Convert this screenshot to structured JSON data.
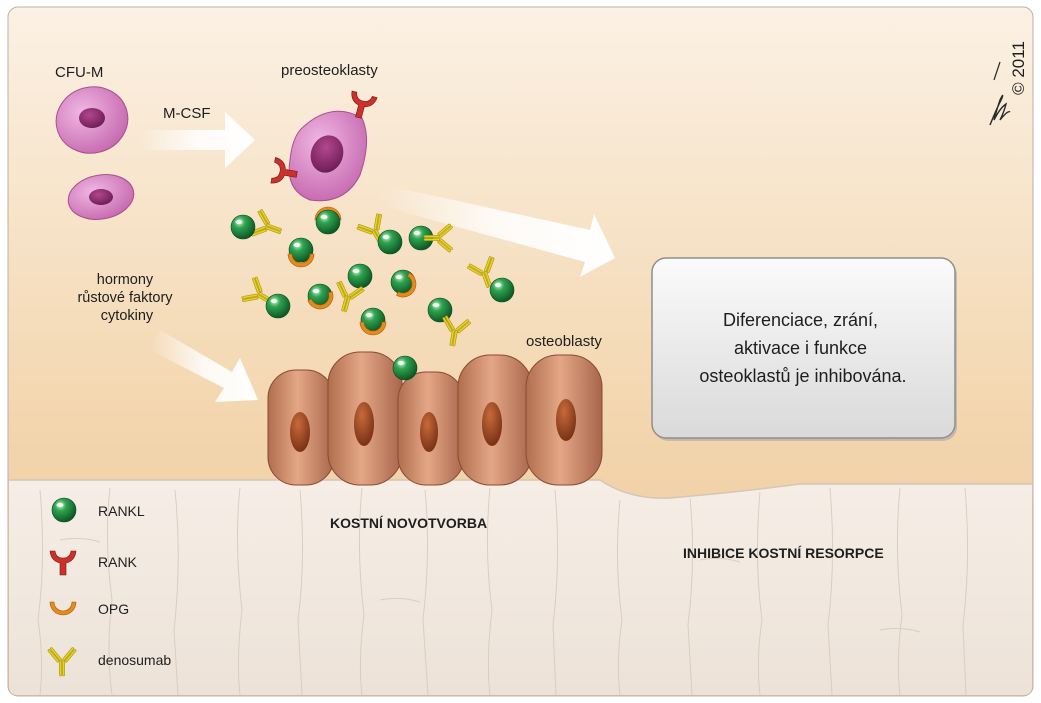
{
  "labels": {
    "cfu_m": "CFU-M",
    "m_csf": "M-CSF",
    "preosteoklasty": "preosteoklasty",
    "hormony_lines": [
      "hormony",
      "růstové faktory",
      "cytokiny"
    ],
    "osteoblasty": "osteoblasty",
    "box_lines": [
      "Diferenciace, zrání,",
      "aktivace i funkce",
      "osteoklastů je inhibována."
    ],
    "kostni_novotvorba": "KOSTNÍ NOVOTVORBA",
    "inhibice": "INHIBICE KOSTNÍ RESORPCE",
    "copyright": "© 2011"
  },
  "legend": [
    {
      "icon": "rankl-icon",
      "label": "RANKL"
    },
    {
      "icon": "rank-icon",
      "label": "RANK"
    },
    {
      "icon": "opg-icon",
      "label": "OPG"
    },
    {
      "icon": "denosumab-icon",
      "label": "denosumab"
    }
  ],
  "colors": {
    "rankl": "#1c8a3c",
    "rank": "#c8322a",
    "opg": "#e58a1c",
    "denosumab": "#e8d21e",
    "cell": "#d98bc6",
    "osteoblast": "#c98360",
    "bone": "#f1e8e0"
  }
}
